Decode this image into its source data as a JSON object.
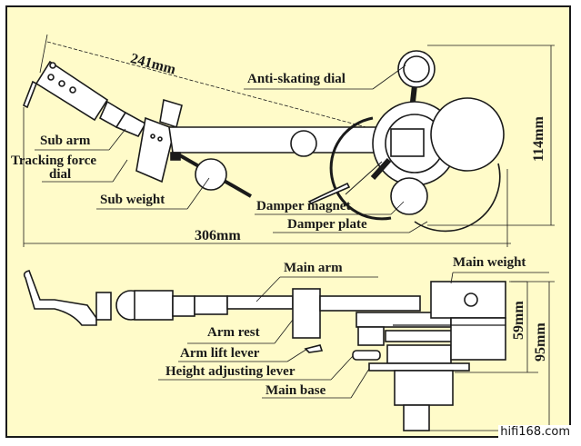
{
  "diagram": {
    "title": "Tonearm dimensional diagram",
    "colors": {
      "background": "#fffbc9",
      "ink": "#1a1a1a",
      "part_fill": "#ffffff"
    },
    "top_view": {
      "labels": {
        "sub_arm": "Sub arm",
        "tracking_force_dial_line1": "Tracking force",
        "tracking_force_dial_line2": "dial",
        "sub_weight": "Sub weight",
        "anti_skating_dial": "Anti-skating dial",
        "damper_magnet": "Damper magnet",
        "damper_plate": "Damper plate"
      },
      "dimensions": {
        "effective_length": "241mm",
        "overall_length": "306mm",
        "width": "114mm"
      }
    },
    "side_view": {
      "labels": {
        "main_arm": "Main arm",
        "main_weight": "Main weight",
        "arm_rest": "Arm rest",
        "arm_lift_lever": "Arm lift lever",
        "height_adjusting_lever": "Height adjusting lever",
        "main_base": "Main base"
      },
      "dimensions": {
        "weight_height": "59mm",
        "total_height": "95mm"
      }
    },
    "watermark": "hifi168.com"
  }
}
